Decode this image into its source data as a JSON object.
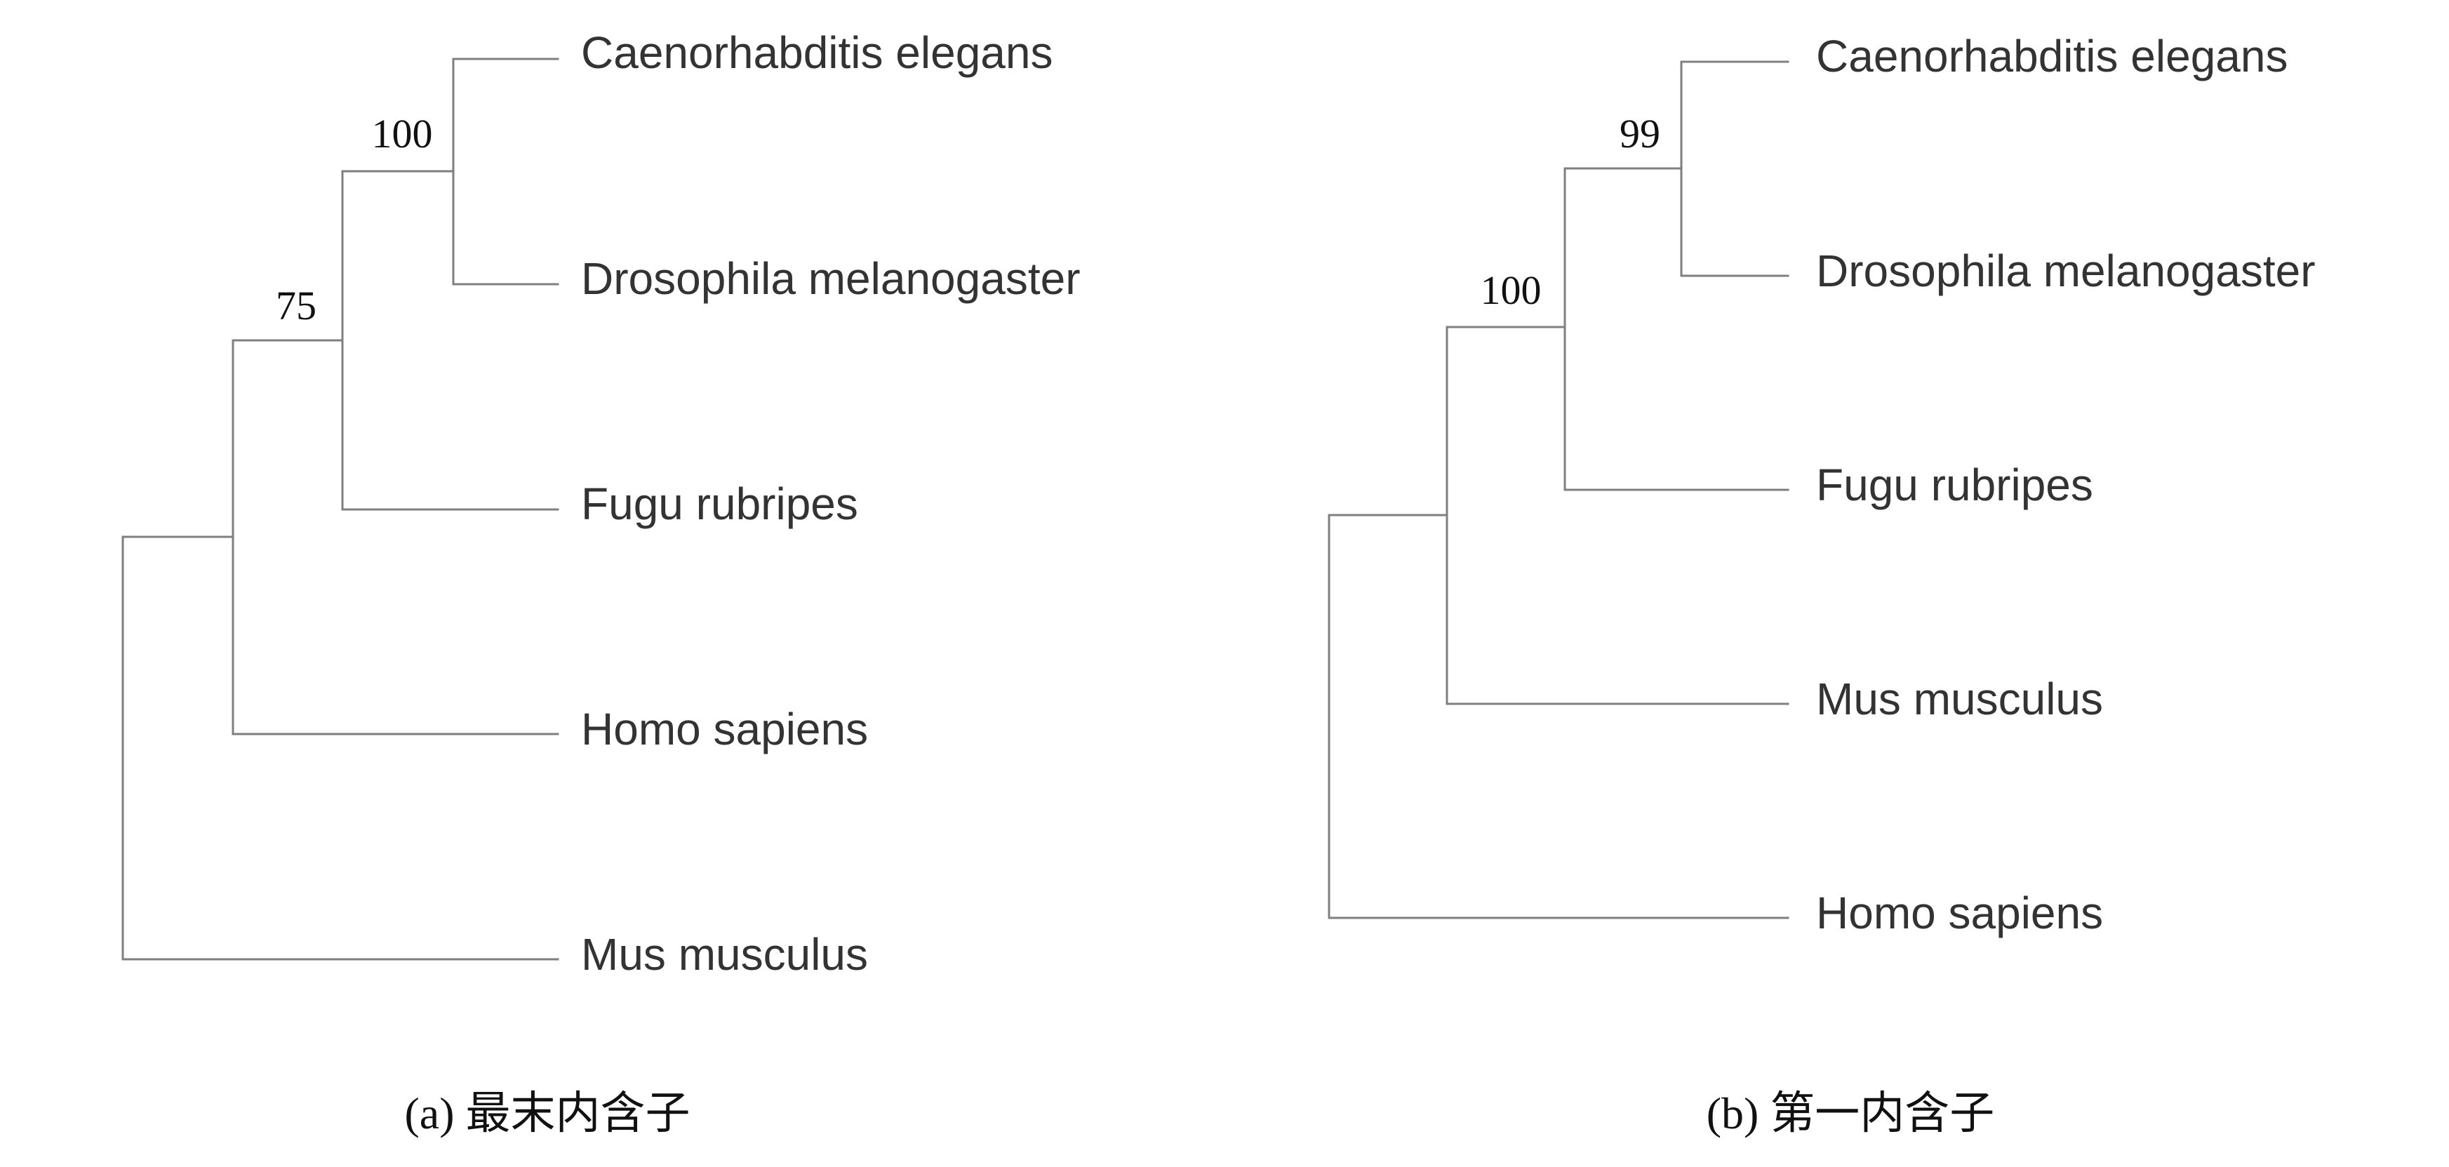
{
  "colors": {
    "branch": "#7f7f7f",
    "label": "#333333",
    "support": "#111111",
    "background": "#ffffff"
  },
  "trees": [
    {
      "caption": "(a) 最末内含子",
      "taxa": [
        "Caenorhabditis elegans",
        "Drosophila melanogaster",
        "Fugu rubripes",
        "Homo sapiens",
        "Mus musculus"
      ],
      "support": [
        "100",
        "75"
      ]
    },
    {
      "caption": "(b) 第一内含子",
      "taxa": [
        "Caenorhabditis elegans",
        "Drosophila melanogaster",
        "Fugu rubripes",
        "Mus musculus",
        "Homo sapiens"
      ],
      "support": [
        "99",
        "100"
      ]
    }
  ]
}
